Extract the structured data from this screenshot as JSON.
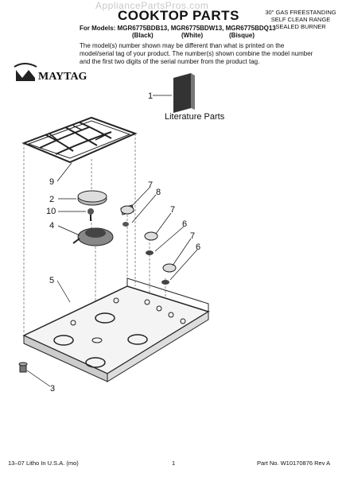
{
  "watermark": "AppliancePartsPros.com",
  "title": "COOKTOP PARTS",
  "header_right": [
    "30\" GAS FREESTANDING",
    "SELF CLEAN RANGE",
    "SEALED BURNER"
  ],
  "models_line": "For Models: MGR6775BDB13, MGR6775BDW13, MGR6775BDQ13",
  "colors": [
    "(Black)",
    "(White)",
    "(Bisque)"
  ],
  "note": "The model(s) number shown may be different than what is printed on the model/serial tag of your product. The number(s) shown combine the model number and the first two digits of the serial number from the product tag.",
  "brand": "MAYTAG",
  "literature_label": "Literature Parts",
  "callouts": [
    "1",
    "9",
    "2",
    "10",
    "4",
    "5",
    "7",
    "8",
    "7",
    "6",
    "7",
    "6",
    "3"
  ],
  "footer": {
    "left": "13–07 Litho In U.S.A. (mo)",
    "center": "1",
    "right": "Part No. W10170876 Rev A"
  }
}
